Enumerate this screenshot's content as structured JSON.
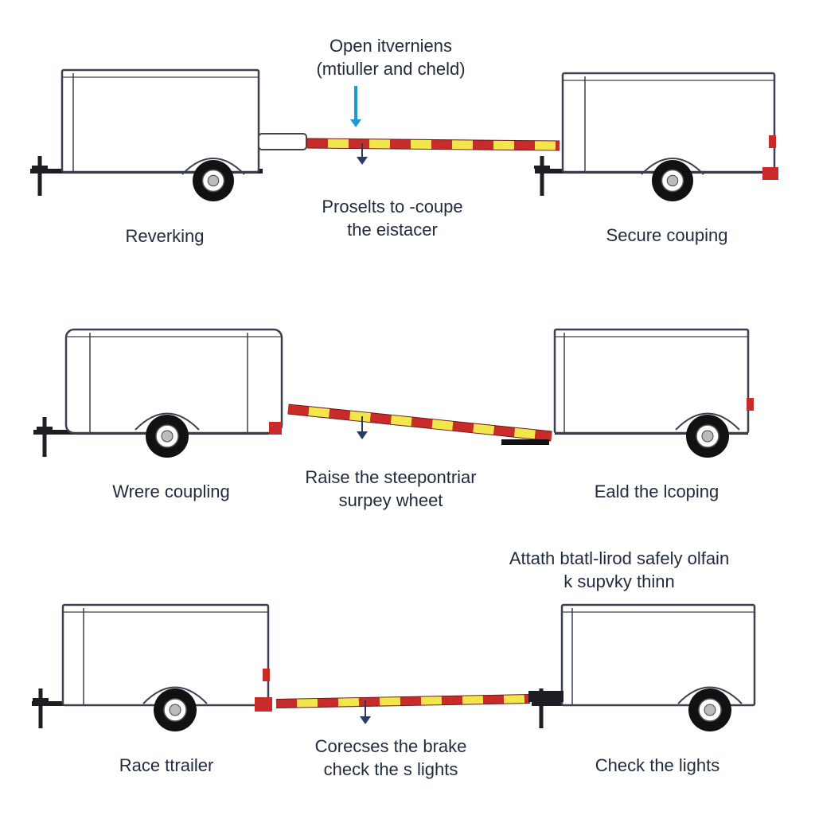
{
  "colors": {
    "outline": "#3a4150",
    "frame": "#1c1e24",
    "trailer_fill": "#ffffff",
    "drawbar_red": "#c92a2a",
    "drawbar_yellow": "#f2e64a",
    "arrow_blue": "#1e9bd7",
    "arrow_navy": "#2b3a67",
    "text": "#1f2a3d"
  },
  "rows": [
    {
      "left_label": "Reverking",
      "center_label": [
        "Proselts to -coupe",
        "the eistacer"
      ],
      "right_label": "Secure couping",
      "top_note": [
        "Open itverniens",
        "(mtiuller and cheld)"
      ]
    },
    {
      "left_label": "Wrere coupling",
      "center_label": [
        "Raise the steepontriar",
        "surpey wheet"
      ],
      "right_label": "Eald the lcoping"
    },
    {
      "left_label": "Race ttrailer",
      "center_label": [
        "Corecses the brake",
        "check the s lights"
      ],
      "right_label": "Check the lights",
      "top_note": [
        "Attath btatl-lirod safely olfain",
        "k supvky thinn"
      ]
    }
  ]
}
